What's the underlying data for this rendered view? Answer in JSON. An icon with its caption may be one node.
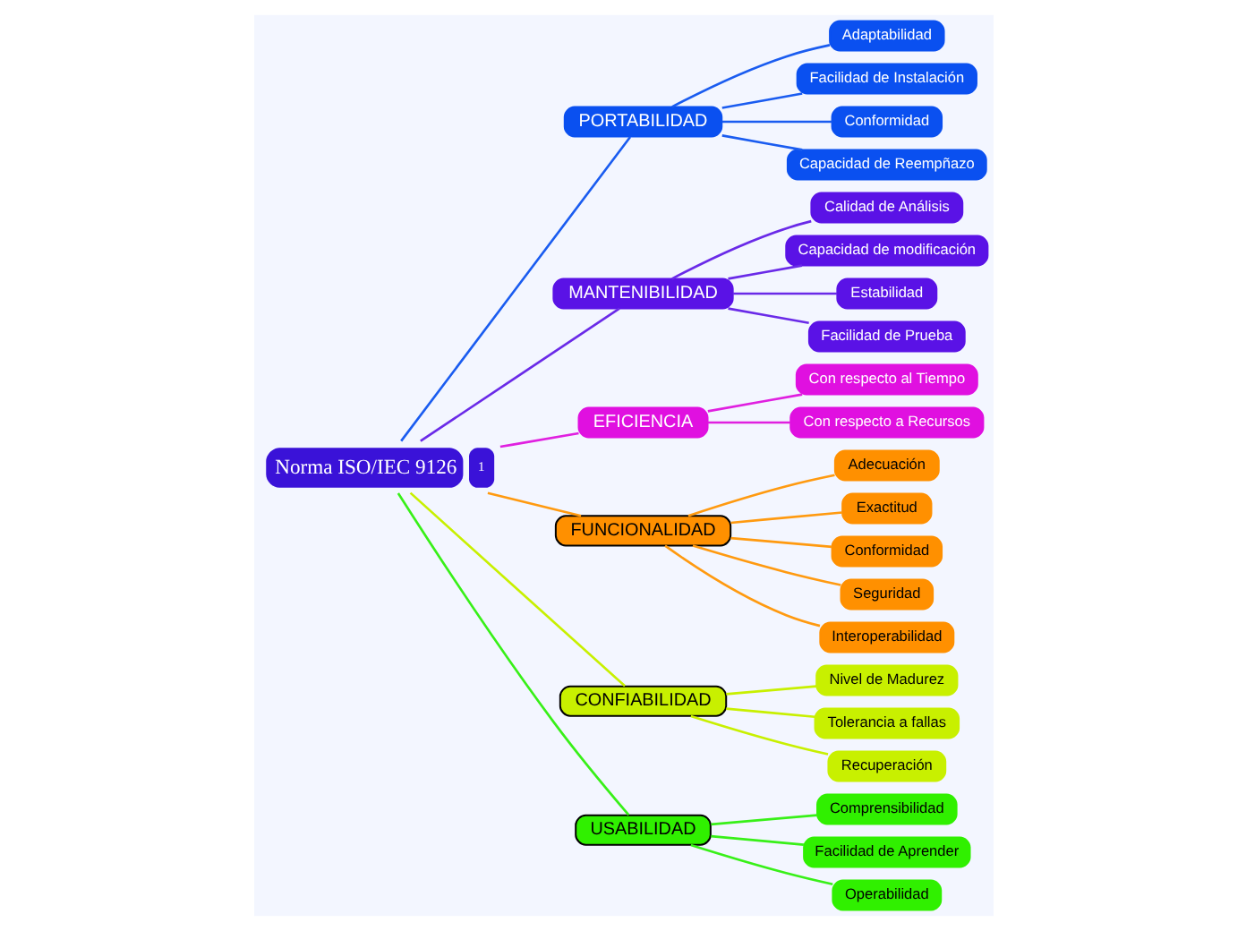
{
  "diagram": {
    "nodes": [
      {
        "text": [
          "Norma ISO/IEC 9126"
        ],
        "beside": [
          "1"
        ]
      },
      {
        "text": [
          "PORTABILIDAD"
        ]
      },
      {
        "text": [
          "Adaptabilidad"
        ]
      },
      {
        "text": [
          "Facilidad de Instalación"
        ]
      },
      {
        "text": [
          "Conformidad"
        ]
      },
      {
        "text": [
          "Capacidad de Reempñazo"
        ]
      },
      {
        "text": [
          "MANTENIBILIDAD"
        ]
      },
      {
        "text": [
          "Calidad de Análisis"
        ]
      },
      {
        "text": [
          "Capacidad de modificación"
        ]
      },
      {
        "text": [
          "Estabilidad"
        ]
      },
      {
        "text": [
          "Facilidad de Prueba"
        ]
      },
      {
        "text": [
          "EFICIENCIA"
        ]
      },
      {
        "text": [
          "Con respecto al Tiempo"
        ]
      },
      {
        "text": [
          "Con respecto a Recursos"
        ]
      },
      {
        "text": [
          "FUNCIONALIDAD"
        ]
      },
      {
        "text": [
          "Adecuación"
        ]
      },
      {
        "text": [
          "Exactitud"
        ]
      },
      {
        "text": [
          "Conformidad"
        ]
      },
      {
        "text": [
          "Seguridad"
        ]
      },
      {
        "text": [
          "Interoperabilidad"
        ]
      },
      {
        "text": [
          "CONFIABILIDAD"
        ]
      },
      {
        "text": [
          "Nivel de Madurez"
        ]
      },
      {
        "text": [
          "Tolerancia a fallas"
        ]
      },
      {
        "text": [
          "Recuperación"
        ]
      },
      {
        "text": [
          "USABILIDAD"
        ]
      },
      {
        "text": [
          "Comprensibilidad"
        ]
      },
      {
        "text": [
          "Facilidad de Aprender"
        ]
      },
      {
        "text": [
          "Operabilidad"
        ]
      }
    ],
    "edges": [
      {
        "from": 0,
        "to": 1,
        "arrow": "none",
        "color": "#1a5cf0"
      },
      {
        "from": 1,
        "to": 2,
        "arrow": "none",
        "color": "#1a5cf0"
      },
      {
        "from": 1,
        "to": 3,
        "arrow": "none",
        "color": "#1a5cf0"
      },
      {
        "from": 1,
        "to": 4,
        "arrow": "none",
        "color": "#1a5cf0"
      },
      {
        "from": 1,
        "to": 5,
        "arrow": "none",
        "color": "#1a5cf0"
      },
      {
        "from": 0,
        "to": 6,
        "arrow": "none",
        "color": "#6a2ae8"
      },
      {
        "from": 6,
        "to": 7,
        "arrow": "none",
        "color": "#6a2ae8"
      },
      {
        "from": 6,
        "to": 8,
        "arrow": "none",
        "color": "#6a2ae8"
      },
      {
        "from": 6,
        "to": 9,
        "arrow": "none",
        "color": "#6a2ae8"
      },
      {
        "from": 6,
        "to": 10,
        "arrow": "none",
        "color": "#6a2ae8"
      },
      {
        "from": 0,
        "to": 11,
        "arrow": "none",
        "color": "#e020e0"
      },
      {
        "from": 11,
        "to": 12,
        "arrow": "none",
        "color": "#e020e0"
      },
      {
        "from": 11,
        "to": 13,
        "arrow": "none",
        "color": "#e020e0"
      },
      {
        "from": 0,
        "to": 14,
        "arrow": "none",
        "color": "#ff9a10"
      },
      {
        "from": 14,
        "to": 15,
        "arrow": "none",
        "color": "#ff9a10"
      },
      {
        "from": 14,
        "to": 16,
        "arrow": "none",
        "color": "#ff9a10"
      },
      {
        "from": 14,
        "to": 17,
        "arrow": "none",
        "color": "#ff9a10"
      },
      {
        "from": 14,
        "to": 18,
        "arrow": "none",
        "color": "#ff9a10"
      },
      {
        "from": 14,
        "to": 19,
        "arrow": "none",
        "color": "#ff9a10"
      },
      {
        "from": 0,
        "to": 20,
        "arrow": "none",
        "color": "#c8f000"
      },
      {
        "from": 20,
        "to": 21,
        "arrow": "none",
        "color": "#c8f000"
      },
      {
        "from": 20,
        "to": 22,
        "arrow": "none",
        "color": "#c8f000"
      },
      {
        "from": 20,
        "to": 23,
        "arrow": "none",
        "color": "#c8f000"
      },
      {
        "from": 0,
        "to": 24,
        "arrow": "none",
        "color": "#38f018"
      },
      {
        "from": 24,
        "to": 25,
        "arrow": "none",
        "color": "#38f018"
      },
      {
        "from": 24,
        "to": 26,
        "arrow": "none",
        "color": "#38f018"
      },
      {
        "from": 24,
        "to": 27,
        "arrow": "none",
        "color": "#38f018"
      }
    ]
  }
}
